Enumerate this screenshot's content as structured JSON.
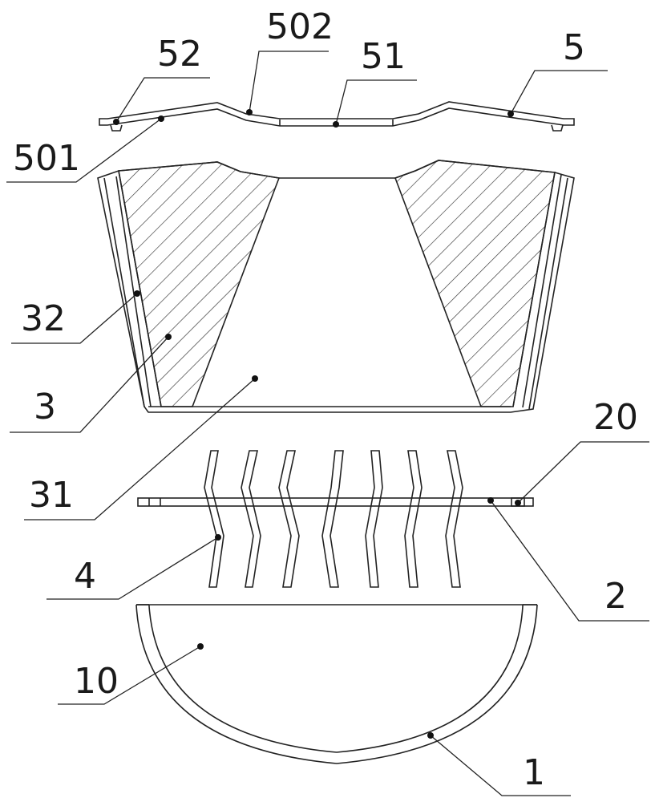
{
  "labels": {
    "l52": "52",
    "l502": "502",
    "l51": "51",
    "l5": "5",
    "l501": "501",
    "l32": "32",
    "l3": "3",
    "l31": "31",
    "l20": "20",
    "l4": "4",
    "l2": "2",
    "l10": "10",
    "l1": "1"
  },
  "colors": {
    "line": "#222222",
    "background": "#ffffff"
  }
}
